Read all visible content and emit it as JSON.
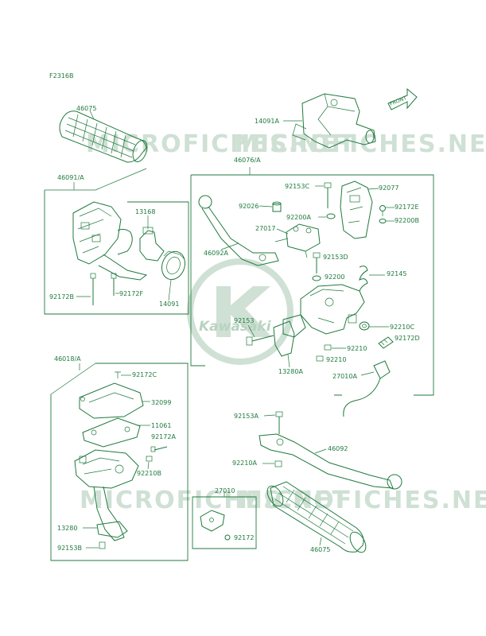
{
  "diagram": {
    "figure_code": "F2316B",
    "front_label": "FRONT",
    "watermark_text": "MICROFICHES.NET",
    "logo_text": "Kawasaki",
    "ink_color": "#1f7a3d",
    "part_labels": {
      "p46075_top": "46075",
      "p14091A": "14091A",
      "p46091A": "46091/A",
      "p13168": "13168",
      "p92172B": "92172B",
      "p92172F": "92172F",
      "p14091": "14091",
      "p46076A": "46076/A",
      "p92153C": "92153C",
      "p92077": "92077",
      "p92026": "92026",
      "p92172E": "92172E",
      "p92200A": "92200A",
      "p92200B": "92200B",
      "p27017": "27017",
      "p46092A": "46092A",
      "p92153D": "92153D",
      "p92145": "92145",
      "p92200": "92200",
      "p92153": "92153",
      "p92210C": "92210C",
      "p92172D": "92172D",
      "p92210a": "92210",
      "p92210b": "92210",
      "p13280A": "13280A",
      "p27010A": "27010A",
      "p46018A": "46018/A",
      "p92172C": "92172C",
      "p32099": "32099",
      "p11061": "11061",
      "p92172A": "92172A",
      "p92210B": "92210B",
      "p13280": "13280",
      "p92153B": "92153B",
      "p92153A": "92153A",
      "p46092": "46092",
      "p92210A": "92210A",
      "p27010": "27010",
      "p92172": "92172",
      "p46075_bottom": "46075"
    }
  }
}
